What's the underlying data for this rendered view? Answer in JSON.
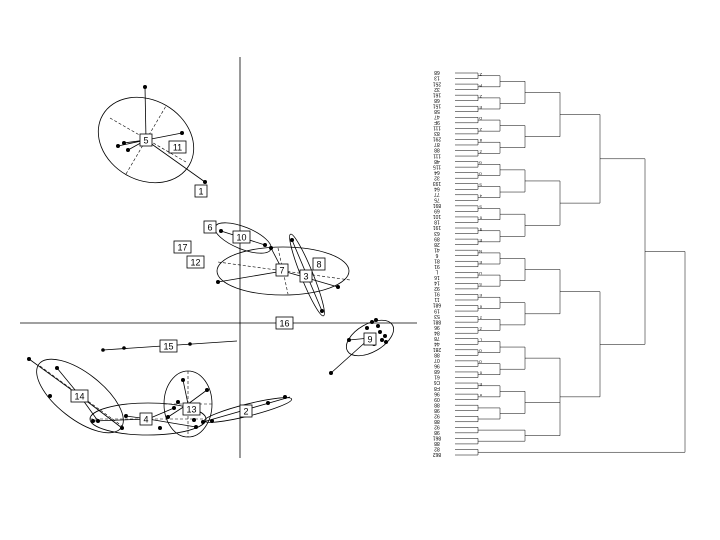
{
  "scatter": {
    "cluster_labels": [
      "1",
      "2",
      "3",
      "4",
      "5",
      "6",
      "7",
      "8",
      "9",
      "10",
      "11",
      "12",
      "13",
      "14",
      "15",
      "16",
      "17"
    ]
  },
  "dendrogram": {
    "leaf_labels": [
      "68",
      "13",
      "251",
      "32",
      "161",
      "68",
      "151",
      "58",
      "47",
      "9F",
      "111",
      "83",
      "291",
      "87",
      "88",
      "111",
      "48",
      "115",
      "64",
      "32",
      "193",
      "64",
      "77",
      "75",
      "891",
      "69",
      "101",
      "18",
      "191",
      "63",
      "89",
      "28",
      "41",
      "6",
      "81",
      "91",
      "L",
      "16",
      "14",
      "92",
      "91",
      "11",
      "681",
      "19",
      "53",
      "881",
      "96",
      "84",
      "78",
      "44",
      "281",
      "88",
      "07",
      "96",
      "68",
      "61",
      "C6",
      "F8",
      "96",
      "09",
      "88",
      "98",
      "92",
      "88",
      "92",
      "98",
      "861",
      "88",
      "82",
      "862"
    ],
    "node_labels": [
      "Z",
      "P",
      "Z",
      "E",
      "D",
      "Z",
      "8",
      "Z",
      "G",
      "O",
      "S",
      "4",
      "S",
      "0",
      "9",
      "E",
      "N",
      "E",
      "U",
      "S",
      "E",
      "6",
      "2",
      "Z",
      "L",
      "O",
      "O",
      "0",
      "E",
      "n"
    ]
  }
}
